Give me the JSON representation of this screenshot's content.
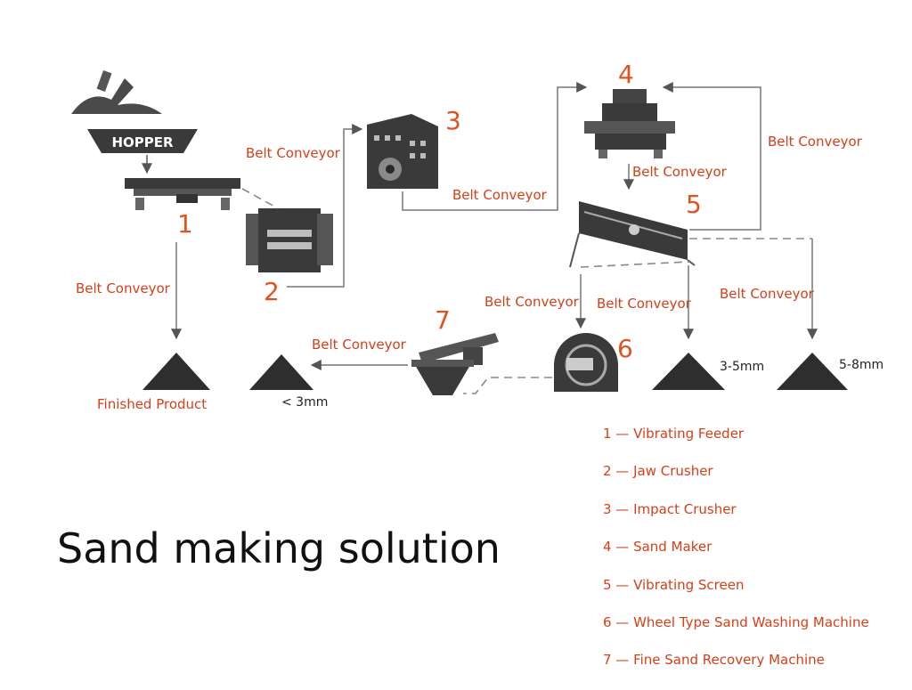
{
  "title": "Sand making solution",
  "hopper_label": "HOPPER",
  "machine_numbers": {
    "n1": "1",
    "n2": "2",
    "n3": "3",
    "n4": "4",
    "n5": "5",
    "n6": "6",
    "n7": "7"
  },
  "conveyor_labels": {
    "c_1_2_3": "Belt Conveyor",
    "c_3_4": "Belt Conveyor",
    "c_5_return": "Belt Conveyor",
    "c_4_5": "Belt Conveyor",
    "c_1_finished": "Belt Conveyor",
    "c_5_6": "Belt Conveyor",
    "c_5_3to5": "Belt Conveyor",
    "c_5_5to8": "Belt Conveyor",
    "c_7_fine": "Belt Conveyor"
  },
  "products": {
    "finished": "Finished Product",
    "fine": "< 3mm",
    "medium": "3-5mm",
    "coarse": "5-8mm"
  },
  "legend": [
    "1 — Vibrating Feeder",
    "2 — Jaw Crusher",
    "3 — Impact Crusher",
    "4 — Sand Maker",
    "5 — Vibrating Screen",
    "6 — Wheel Type Sand Washing Machine",
    "7 — Fine Sand Recovery Machine"
  ],
  "colors": {
    "accent": "#e0531f",
    "label": "#d4401a",
    "machine": "#3a3a3a",
    "line": "#777777"
  }
}
